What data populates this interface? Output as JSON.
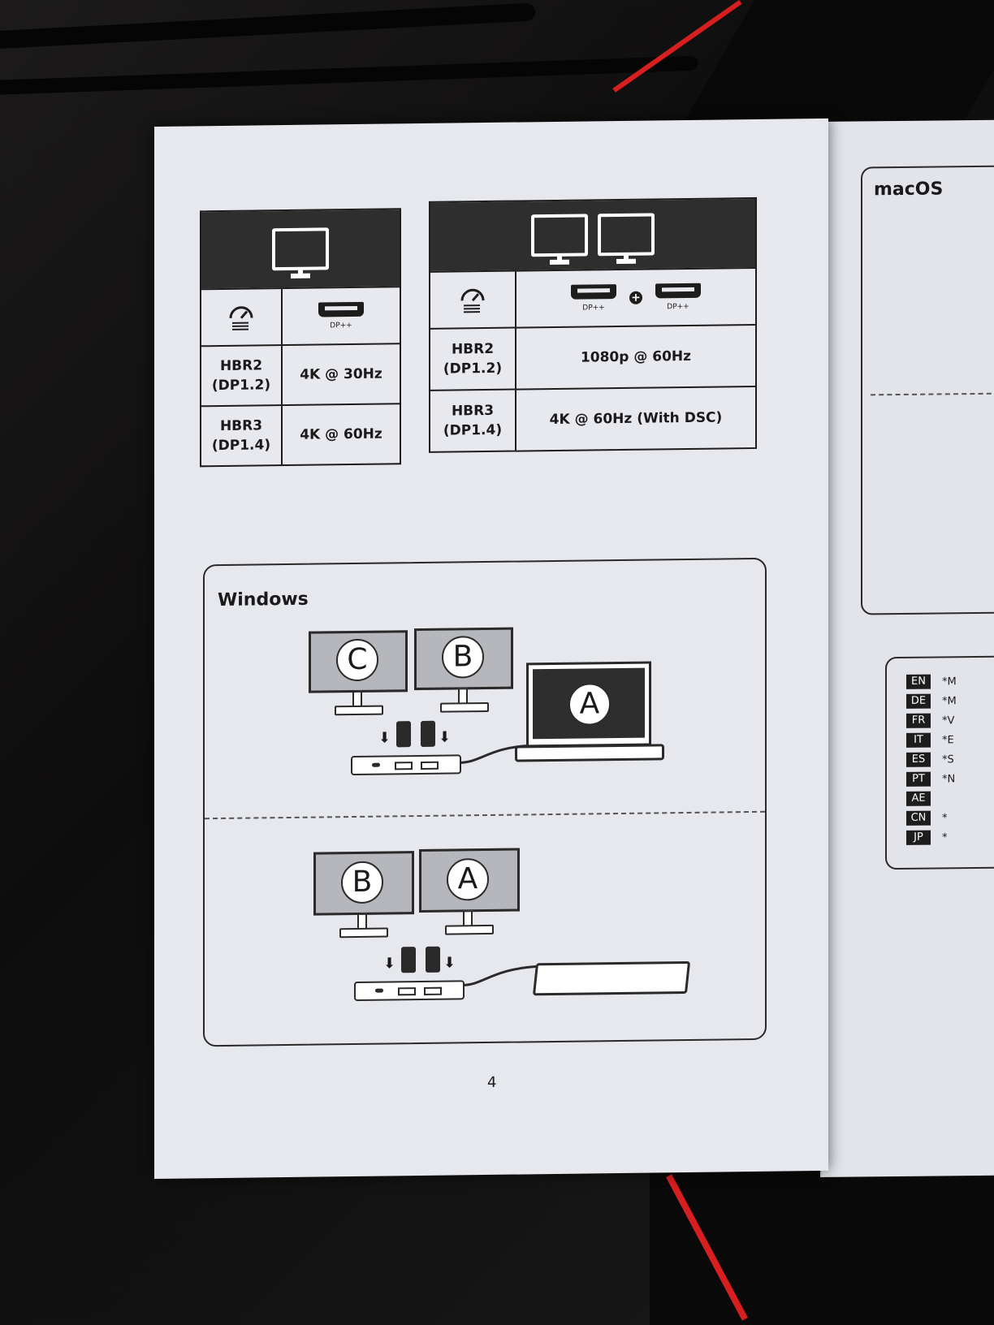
{
  "single_table": {
    "port_label": "DP++",
    "rows": [
      {
        "link": "HBR2\n(DP1.2)",
        "value": "4K @ 30Hz"
      },
      {
        "link": "HBR3\n(DP1.4)",
        "value": "4K @ 60Hz"
      }
    ]
  },
  "dual_table": {
    "port_label_1": "DP++",
    "port_label_2": "DP++",
    "rows": [
      {
        "link": "HBR2\n(DP1.2)",
        "value": "1080p @ 60Hz"
      },
      {
        "link": "HBR3\n(DP1.4)",
        "value": "4K @ 60Hz (With DSC)"
      }
    ]
  },
  "windows": {
    "title": "Windows",
    "top_badges": {
      "left": "C",
      "middle": "B",
      "laptop": "A"
    },
    "bottom_badges": {
      "left": "B",
      "right": "A"
    }
  },
  "page_number": "4",
  "right_page": {
    "mac_title": "macOS",
    "languages": [
      {
        "code": "EN",
        "text": "*M"
      },
      {
        "code": "DE",
        "text": "*M"
      },
      {
        "code": "FR",
        "text": "*V"
      },
      {
        "code": "IT",
        "text": "*E"
      },
      {
        "code": "ES",
        "text": "*S"
      },
      {
        "code": "PT",
        "text": "*N"
      },
      {
        "code": "AE",
        "text": ""
      },
      {
        "code": "CN",
        "text": "*"
      },
      {
        "code": "JP",
        "text": "*"
      }
    ]
  }
}
